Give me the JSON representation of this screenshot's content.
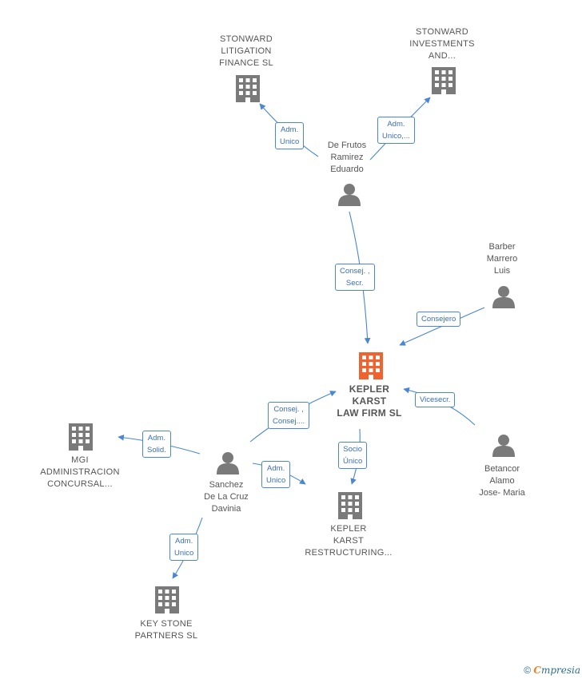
{
  "colors": {
    "edge": "#4a86d4",
    "company": "#7a7a7a",
    "person": "#7a7a7a",
    "focus": "#f0632f"
  },
  "nodes": [
    {
      "id": "kepler",
      "kind": "company",
      "focus": true,
      "label": "KEPLER\nKARST\nLAW FIRM  SL"
    },
    {
      "id": "stonward_lit",
      "kind": "company",
      "label": "STONWARD\nLITIGATION\nFINANCE  SL"
    },
    {
      "id": "stonward_inv",
      "kind": "company",
      "label": "STONWARD\nINVESTMENTS\nAND..."
    },
    {
      "id": "defrutos",
      "kind": "person",
      "label": "De Frutos\nRamirez\nEduardo"
    },
    {
      "id": "barber",
      "kind": "person",
      "label": "Barber\nMarrero\nLuis"
    },
    {
      "id": "betancor",
      "kind": "person",
      "label": "Betancor\nAlamo\nJose- Maria"
    },
    {
      "id": "sanchez",
      "kind": "person",
      "label": "Sanchez\nDe La Cruz\nDavinia"
    },
    {
      "id": "mgi",
      "kind": "company",
      "label": "MGI\nADMINISTRACION\nCONCURSAL..."
    },
    {
      "id": "kepler_rest",
      "kind": "company",
      "label": "KEPLER\nKARST\nRESTRUCTURING..."
    },
    {
      "id": "keystone",
      "kind": "company",
      "label": "KEY STONE\nPARTNERS  SL"
    }
  ],
  "edges": [
    {
      "id": "e1",
      "label": "Adm.\nUnico"
    },
    {
      "id": "e2",
      "label": "Adm.\nUnico,..."
    },
    {
      "id": "e3",
      "label": "Consej. ,\nSecr."
    },
    {
      "id": "e4",
      "label": "Consejero"
    },
    {
      "id": "e5",
      "label": "Vicesecr."
    },
    {
      "id": "e6",
      "label": "Consej. ,\nConsej...."
    },
    {
      "id": "e7",
      "label": "Adm.\nSolid."
    },
    {
      "id": "e8",
      "label": "Adm.\nUnico"
    },
    {
      "id": "e9",
      "label": "Socio\nÚnico"
    },
    {
      "id": "e10",
      "label": "Adm.\nUnico"
    }
  ],
  "footer": {
    "copyright": "©",
    "brand_initial": "C",
    "brand_rest": "mpresia"
  }
}
